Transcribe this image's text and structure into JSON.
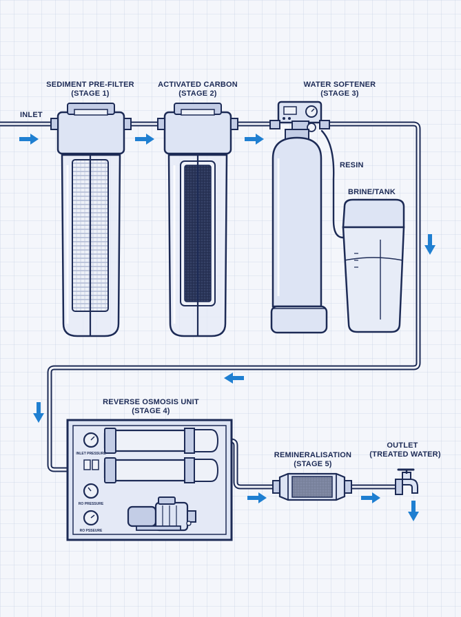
{
  "labels": {
    "inlet": "INLET",
    "stage1_line1": "SEDIMENT PRE-FILTER",
    "stage1_line2": "(STAGE 1)",
    "stage2_line1": "ACTIVATED CARBON",
    "stage2_line2": "(STAGE 2)",
    "stage3_line1": "WATER SOFTENER",
    "stage3_line2": "(STAGE 3)",
    "resin": "RESIN",
    "brine_tank": "BRINE/TANK",
    "stage4_line1": "REVERSE OSMOSIS UNIT",
    "stage4_line2": "(STAGE 4)",
    "inlet_pressure": "INLET PRESSURE",
    "ro_pressure_1": "RO PRESSURE",
    "ro_pressure_2": "RO PSSEURE",
    "stage5_line1": "REMINERALISATION",
    "stage5_line2": "(STAGE 5)",
    "outlet_line1": "OUTLET",
    "outlet_line2": "(TREATED WATER)"
  },
  "colors": {
    "line": "#1c2a55",
    "accent": "#1f7fd1",
    "background": "#f4f6fb",
    "grid": "#c9d3e6",
    "fill_light": "#dde4f4",
    "fill_mid": "#c3cde6",
    "carbon": "#2a3558"
  },
  "icons": [
    "flow-arrow-icon",
    "pressure-gauge-icon",
    "faucet-icon",
    "pump-icon"
  ]
}
